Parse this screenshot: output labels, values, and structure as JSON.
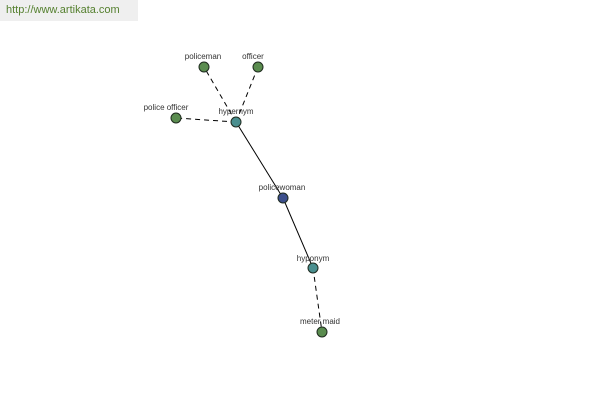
{
  "header": {
    "url": "http://www.artikata.com"
  },
  "graph": {
    "colors": {
      "synonym": "#5a8c4f",
      "relation": "#4a8f8f",
      "center": "#3c4f8c"
    },
    "nodes": [
      {
        "id": "policewoman",
        "label": "policewoman",
        "kind": "center"
      },
      {
        "id": "hypernym",
        "label": "hypernym",
        "kind": "relation"
      },
      {
        "id": "hyponym",
        "label": "hyponym",
        "kind": "relation"
      },
      {
        "id": "policeman",
        "label": "policeman",
        "kind": "synonym"
      },
      {
        "id": "officer",
        "label": "officer",
        "kind": "synonym"
      },
      {
        "id": "police-officer",
        "label": "police officer",
        "kind": "synonym"
      },
      {
        "id": "meter-maid",
        "label": "meter maid",
        "kind": "synonym"
      }
    ],
    "edges": [
      {
        "from": "policewoman",
        "to": "hypernym",
        "style": "solid"
      },
      {
        "from": "policewoman",
        "to": "hyponym",
        "style": "solid"
      },
      {
        "from": "hypernym",
        "to": "policeman",
        "style": "dashed"
      },
      {
        "from": "hypernym",
        "to": "officer",
        "style": "dashed"
      },
      {
        "from": "hypernym",
        "to": "police-officer",
        "style": "dashed"
      },
      {
        "from": "hyponym",
        "to": "meter-maid",
        "style": "dashed"
      }
    ]
  }
}
